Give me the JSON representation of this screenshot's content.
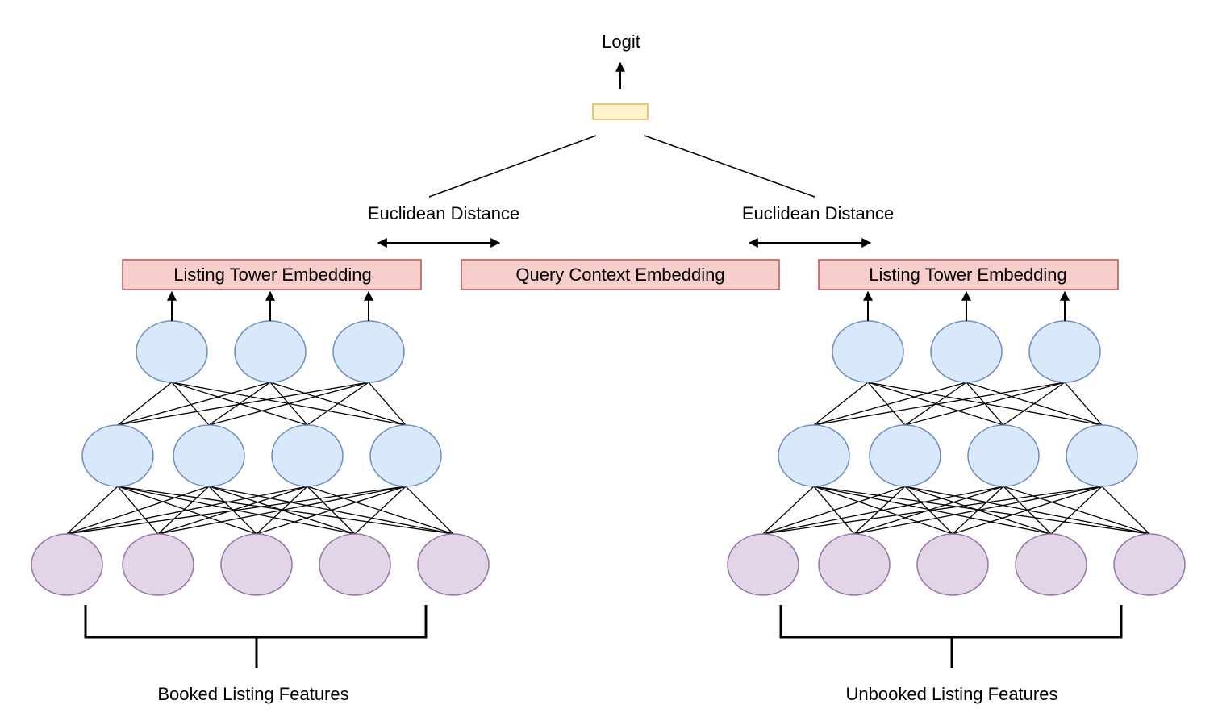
{
  "top": {
    "output_label": "Logit"
  },
  "distances": {
    "left_label": "Euclidean Distance",
    "right_label": "Euclidean Distance"
  },
  "embeddings": {
    "left_label": "Listing Tower Embedding",
    "center_label": "Query Context Embedding",
    "right_label": "Listing Tower Embedding"
  },
  "towers": {
    "left_caption": "Booked Listing Features",
    "right_caption": "Unbooked Listing Features",
    "layer_sizes": [
      5,
      4,
      3
    ]
  },
  "colors": {
    "logit_fill": "#fff2cc",
    "logit_stroke": "#d6b656",
    "embedding_fill": "#f8cecc",
    "embedding_stroke": "#b85450",
    "hidden_node_fill": "#dae8fc",
    "hidden_node_stroke": "#6c8ebf",
    "input_node_fill": "#e1d5e7",
    "input_node_stroke": "#9673a6",
    "line": "#000000"
  }
}
